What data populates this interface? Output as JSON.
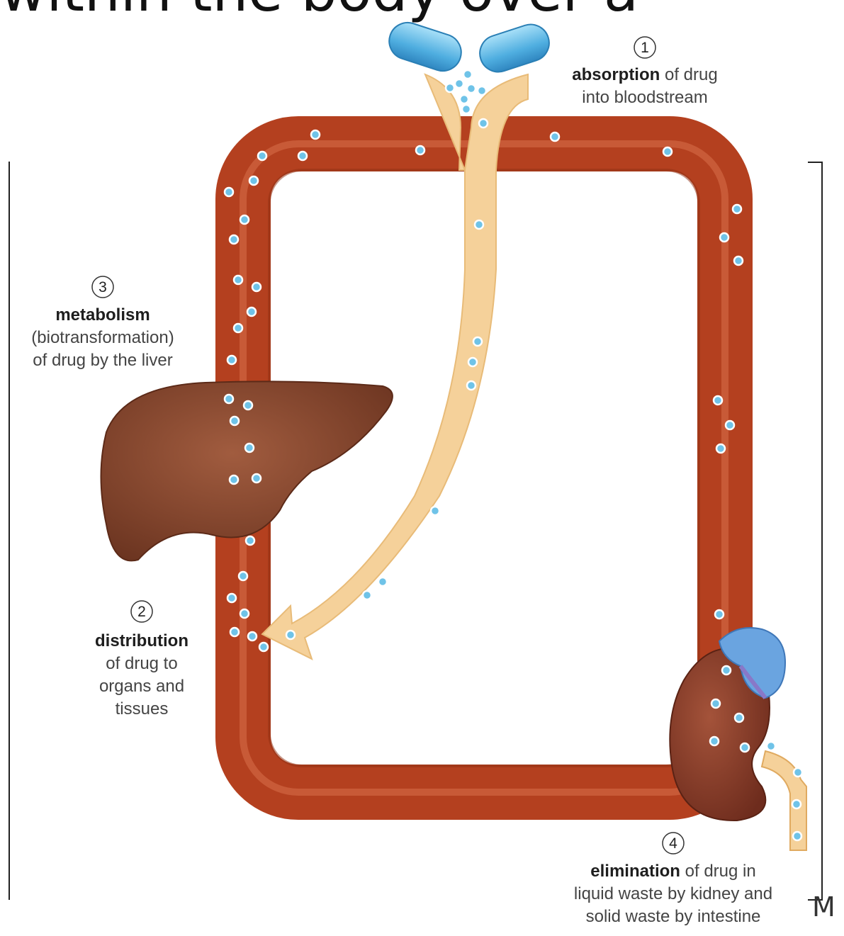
{
  "title": "within the body over a",
  "trademark": "M",
  "colors": {
    "blood_vessel": "#b4401f",
    "vessel_highlight": "#d8704a",
    "drug_pathway": "#f5d19a",
    "liver": "#8a4a32",
    "kidney": "#8e3f2a",
    "capsule": "#5fb8e6",
    "drug_molecule": "#6fc3e8"
  },
  "steps": [
    {
      "number": "1",
      "bold": "absorption",
      "text": " of drug",
      "lines": [
        "into bloodstream"
      ]
    },
    {
      "number": "2",
      "bold": "distribution",
      "text": "",
      "lines": [
        "of drug to",
        "organs and",
        "tissues"
      ]
    },
    {
      "number": "3",
      "bold": "metabolism",
      "text": "",
      "lines": [
        "(biotransformation)",
        "of drug by the liver"
      ]
    },
    {
      "number": "4",
      "bold": "elimination",
      "text": " of drug in",
      "lines": [
        "liquid waste by kidney and",
        "solid waste by intestine"
      ]
    }
  ]
}
